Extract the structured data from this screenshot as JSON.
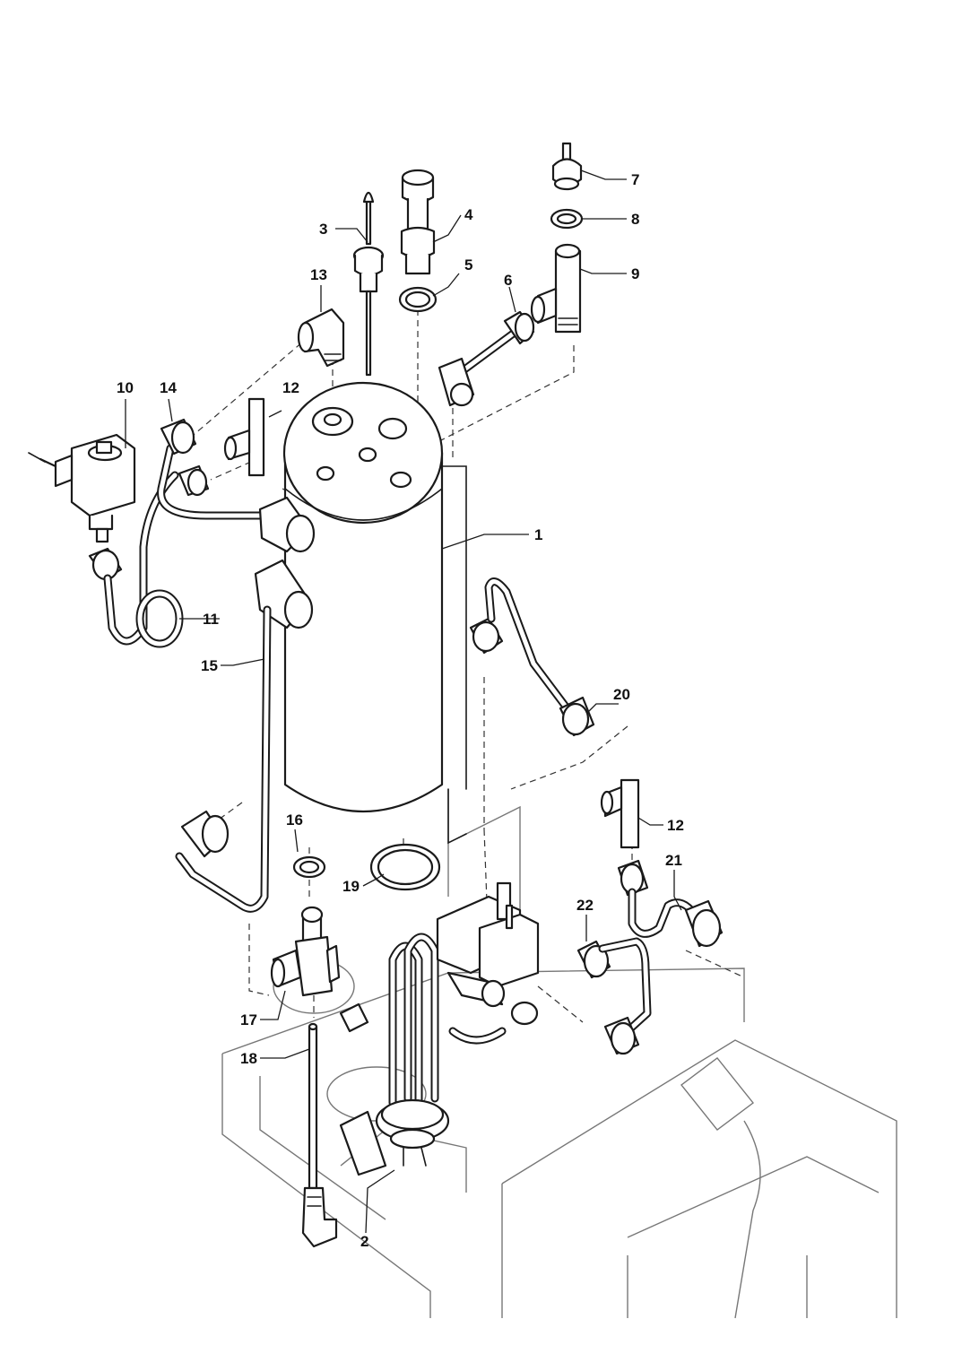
{
  "labels": {
    "l1": "1",
    "l2": "2",
    "l3": "3",
    "l4": "4",
    "l5": "5",
    "l6": "6",
    "l7": "7",
    "l8": "8",
    "l9": "9",
    "l10": "10",
    "l11": "11",
    "l12a": "12",
    "l12b": "12",
    "l13": "13",
    "l14": "14",
    "l15": "15",
    "l16": "16",
    "l17": "17",
    "l18": "18",
    "l19": "19",
    "l20": "20",
    "l21": "21",
    "l22": "22"
  }
}
